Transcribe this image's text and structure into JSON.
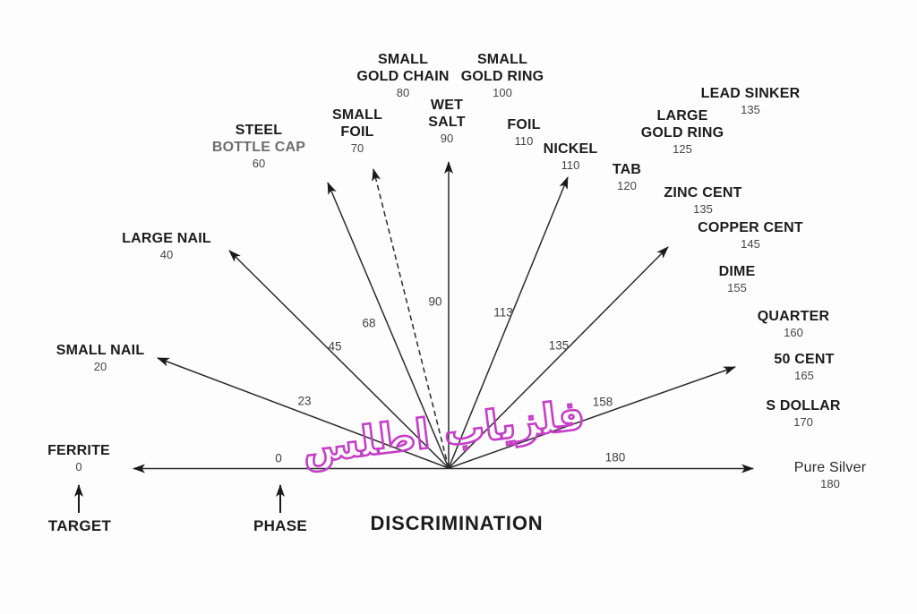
{
  "title": "DISCRIMINATION",
  "bottom": {
    "target_label": "TARGET",
    "phase_label": "PHASE"
  },
  "watermark": {
    "text": "فلزیاب اطلس",
    "color": "#c43fc6"
  },
  "ray_labels": [
    "0",
    "23",
    "45",
    "68",
    "90",
    "113",
    "135",
    "158",
    "180"
  ],
  "targets": [
    {
      "line1": "FERRITE",
      "value": "0"
    },
    {
      "line1": "SMALL NAIL",
      "value": "20"
    },
    {
      "line1": "LARGE NAIL",
      "value": "40"
    },
    {
      "line1": "STEEL",
      "line2": "BOTTLE CAP",
      "value": "60"
    },
    {
      "line1": "SMALL",
      "line2": "FOIL",
      "value": "70"
    },
    {
      "line1": "SMALL",
      "line2": "GOLD CHAIN",
      "value": "80"
    },
    {
      "line1": "WET",
      "line2": "SALT",
      "value": "90"
    },
    {
      "line1": "SMALL",
      "line2": "GOLD RING",
      "value": "100"
    },
    {
      "line1": "FOIL",
      "value": "110"
    },
    {
      "line1": "NICKEL",
      "value": "110"
    },
    {
      "line1": "TAB",
      "value": "120"
    },
    {
      "line1": "LARGE",
      "line2": "GOLD RING",
      "value": "125"
    },
    {
      "line1": "LEAD SINKER",
      "value": "135"
    },
    {
      "line1": "ZINC CENT",
      "value": "135"
    },
    {
      "line1": "COPPER CENT",
      "value": "145"
    },
    {
      "line1": "DIME",
      "value": "155"
    },
    {
      "line1": "QUARTER",
      "value": "160"
    },
    {
      "line1": "50 CENT",
      "value": "165"
    },
    {
      "line1": "S DOLLAR",
      "value": "170"
    },
    {
      "line1": "Pure Silver",
      "value": "180"
    }
  ]
}
